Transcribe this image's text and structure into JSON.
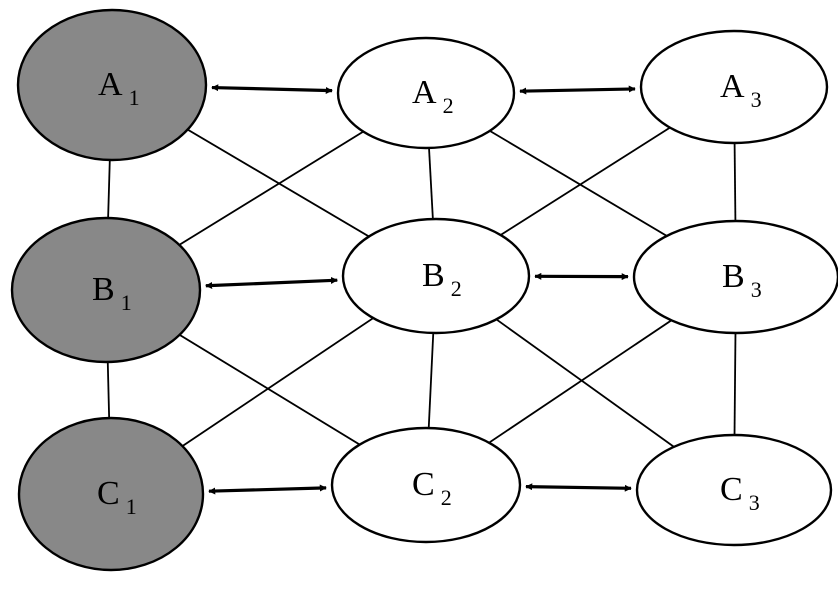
{
  "diagram": {
    "colors": {
      "shaded_fill": "#888888",
      "plain_fill": "#ffffff",
      "stroke": "#000000",
      "background": "#ffffff"
    },
    "nodes": [
      {
        "id": "A1",
        "letter": "A",
        "sub": "1",
        "shaded": true
      },
      {
        "id": "A2",
        "letter": "A",
        "sub": "2",
        "shaded": false
      },
      {
        "id": "A3",
        "letter": "A",
        "sub": "3",
        "shaded": false
      },
      {
        "id": "B1",
        "letter": "B",
        "sub": "1",
        "shaded": true
      },
      {
        "id": "B2",
        "letter": "B",
        "sub": "2",
        "shaded": false
      },
      {
        "id": "B3",
        "letter": "B",
        "sub": "3",
        "shaded": false
      },
      {
        "id": "C1",
        "letter": "C",
        "sub": "1",
        "shaded": true
      },
      {
        "id": "C2",
        "letter": "C",
        "sub": "2",
        "shaded": false
      },
      {
        "id": "C3",
        "letter": "C",
        "sub": "3",
        "shaded": false
      }
    ],
    "bidirectional_edges": [
      {
        "from": "A1",
        "to": "A2"
      },
      {
        "from": "A2",
        "to": "A3"
      },
      {
        "from": "B1",
        "to": "B2"
      },
      {
        "from": "B2",
        "to": "B3"
      },
      {
        "from": "C1",
        "to": "C2"
      },
      {
        "from": "C2",
        "to": "C3"
      }
    ],
    "plain_edges": [
      {
        "from": "A1",
        "to": "B1"
      },
      {
        "from": "B1",
        "to": "C1"
      },
      {
        "from": "A2",
        "to": "B2"
      },
      {
        "from": "B2",
        "to": "C2"
      },
      {
        "from": "A3",
        "to": "B3"
      },
      {
        "from": "B3",
        "to": "C3"
      },
      {
        "from": "A1",
        "to": "B2"
      },
      {
        "from": "A2",
        "to": "B1"
      },
      {
        "from": "A2",
        "to": "B3"
      },
      {
        "from": "A3",
        "to": "B2"
      },
      {
        "from": "B1",
        "to": "C2"
      },
      {
        "from": "B2",
        "to": "C1"
      },
      {
        "from": "B2",
        "to": "C3"
      },
      {
        "from": "B3",
        "to": "C2"
      }
    ]
  }
}
